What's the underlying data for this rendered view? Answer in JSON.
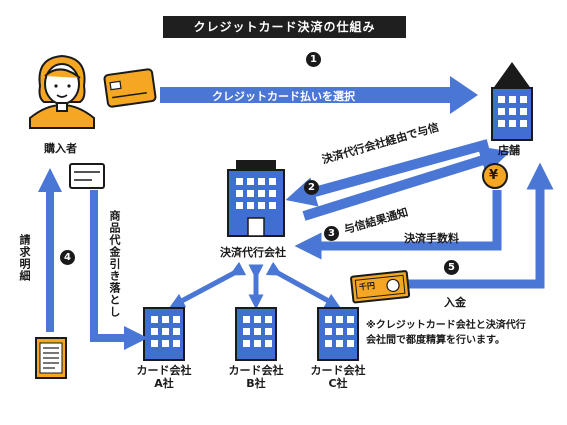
{
  "title": "クレジットカード決済の仕組み",
  "actors": {
    "buyer": "購入者",
    "store": "店舗",
    "agency": "決済代行会社",
    "company_a": "カード会社\nA社",
    "company_b": "カード会社\nB社",
    "company_c": "カード会社\nC社"
  },
  "steps": {
    "s1": {
      "num": "1",
      "label": "クレジットカード払いを選択"
    },
    "s2": {
      "num": "2",
      "label": "決済代行会社経由で与信"
    },
    "s3": {
      "num": "3",
      "label": "与信結果通知"
    },
    "s4": {
      "num": "4",
      "label_billing": "請求明細",
      "label_debit": "商品代金引き落とし"
    },
    "s5": {
      "num": "5",
      "label": "入金"
    }
  },
  "fee_label": "決済手数料",
  "yen_symbol": "¥",
  "bill_text": "千円",
  "note": "※クレジットカード会社と決済代行\n会社間で都度精算を行います。",
  "colors": {
    "arrow": "#4a76d6",
    "building": "#3f6fd0",
    "dark": "#1a1a1a"
  }
}
